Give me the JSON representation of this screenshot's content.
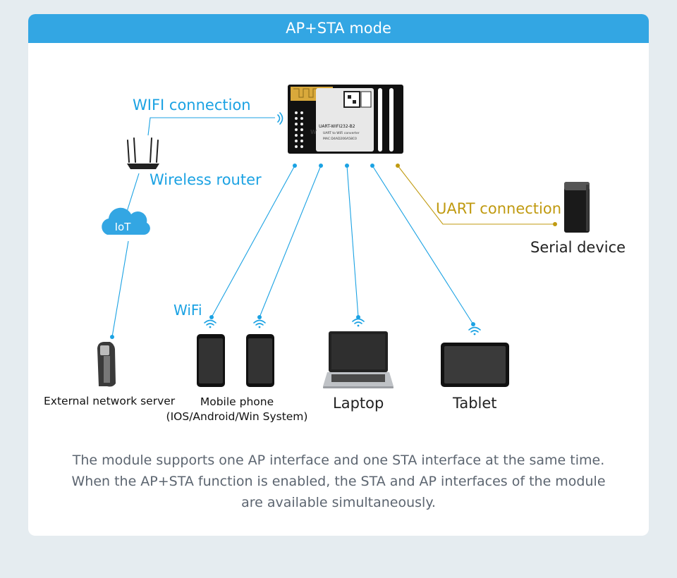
{
  "header": {
    "title": "AP+STA mode"
  },
  "labels": {
    "wifi_connection": "WIFI connection",
    "wireless_router": "Wireless router",
    "iot": "IoT",
    "uart_connection": "UART connection",
    "serial_device": "Serial device",
    "wifi": "WiFi",
    "external_server": "External network server",
    "mobile_phone": "Mobile phone",
    "mobile_phone_systems": "(IOS/Android/Win System)",
    "laptop": "Laptop",
    "tablet": "Tablet"
  },
  "module": {
    "model": "UART-WIFI232-B2",
    "subtitle": "UART to WiFi converter",
    "mac": "MAC:D4AD206A58C0",
    "brand": "Waveshare"
  },
  "description": {
    "line1": "The module supports one AP interface and one STA interface at the same time.",
    "line2": "When the AP+STA function is enabled, the STA and AP interfaces of the module",
    "line3": "are available simultaneously."
  },
  "colors": {
    "header": "#33a6e3",
    "wifi_line": "#1ba2e3",
    "uart_line": "#c09a10",
    "text_dark": "#222222",
    "text_desc": "#5c6570"
  }
}
